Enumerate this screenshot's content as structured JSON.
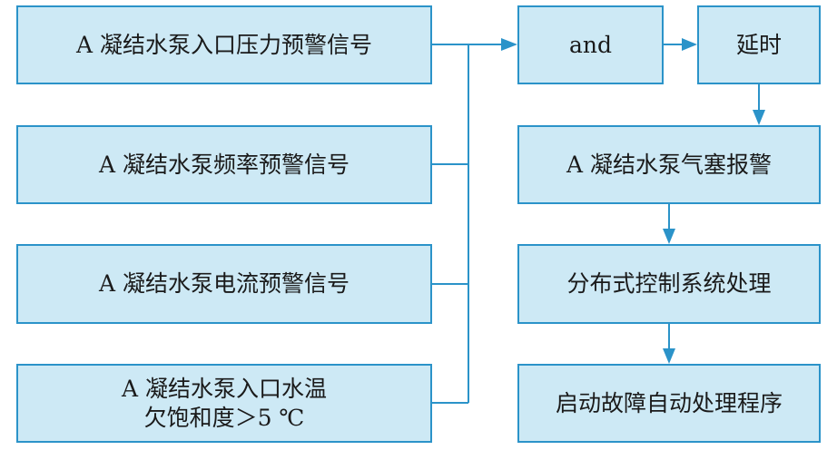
{
  "colors": {
    "box_fill": "#cde9f5",
    "box_border": "#2b93c9",
    "arrow": "#2b93c9",
    "text": "#1a1a1a"
  },
  "inputs": {
    "pressure": "A 凝结水泵入口压力预警信号",
    "frequency": "A 凝结水泵频率预警信号",
    "current": "A 凝结水泵电流预警信号",
    "temp_line1": "A 凝结水泵入口水温",
    "temp_line2": "欠饱和度＞5 ℃"
  },
  "logic": {
    "and": "and",
    "delay": "延时"
  },
  "flow": {
    "alarm": "A 凝结水泵气塞报警",
    "dcs": "分布式控制系统处理",
    "fault": "启动故障自动处理程序"
  }
}
